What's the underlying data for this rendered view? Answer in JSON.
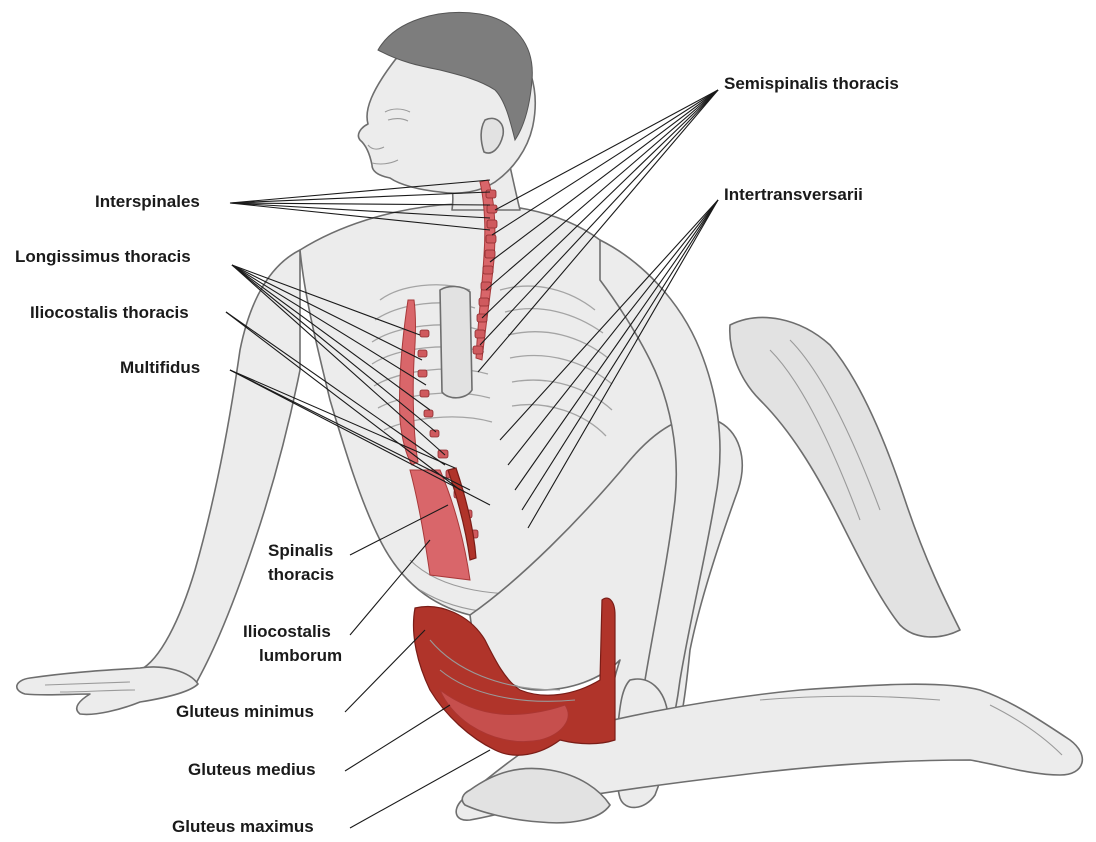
{
  "labels": {
    "semispinalis_thoracis": "Semispinalis thoracis",
    "interspinales": "Interspinales",
    "intertransversarii": "Intertransversarii",
    "longissimus_thoracis": "Longissimus thoracis",
    "iliocostalis_thoracis": "Iliocostalis thoracis",
    "multifidus": "Multifidus",
    "spinalis_thoracis_line1": "Spinalis",
    "spinalis_thoracis_line2": "thoracis",
    "iliocostalis_lumborum_line1": "Iliocostalis",
    "iliocostalis_lumborum_line2": "lumborum",
    "gluteus_minimus": "Gluteus minimus",
    "gluteus_medius": "Gluteus medius",
    "gluteus_maximus": "Gluteus maximus"
  },
  "colors": {
    "muscle_highlight": "#b0342a",
    "spine_highlight": "#cf5a5e",
    "skin": "#ececec",
    "outline": "#6e6e6e",
    "label_text": "#1a1a1a"
  }
}
